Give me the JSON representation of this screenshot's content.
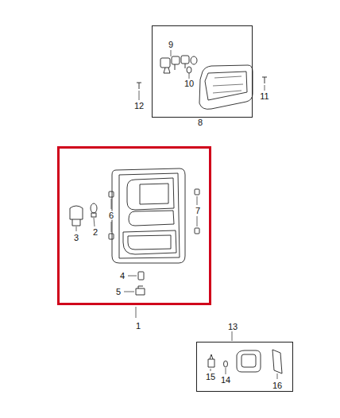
{
  "diagram": {
    "nodes": [
      {
        "text": [
          "8"
        ]
      },
      {
        "text": [
          "1"
        ]
      },
      {
        "text": [
          "13"
        ]
      }
    ],
    "labels": [
      "9",
      "10",
      "12",
      "11",
      "6",
      "7",
      "3",
      "2",
      "4",
      "5",
      "15",
      "14",
      "16"
    ]
  }
}
